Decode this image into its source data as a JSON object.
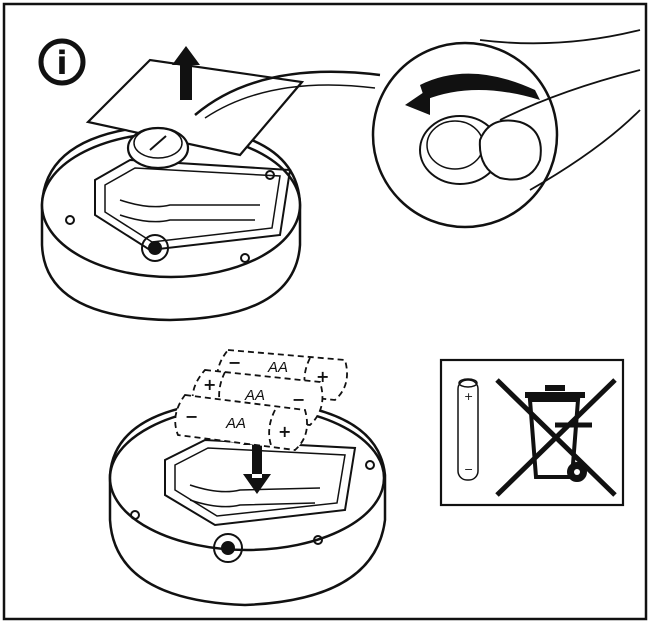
{
  "info_icon": {
    "glyph": "i"
  },
  "batteries": [
    {
      "type": "AA",
      "left_terminal": "−",
      "right_terminal": "+"
    },
    {
      "type": "AA",
      "left_terminal": "+",
      "right_terminal": "−"
    },
    {
      "type": "AA",
      "left_terminal": "−",
      "right_terminal": "+"
    }
  ],
  "disposal_notice": {
    "battery_plus": "+",
    "battery_minus": "−"
  }
}
